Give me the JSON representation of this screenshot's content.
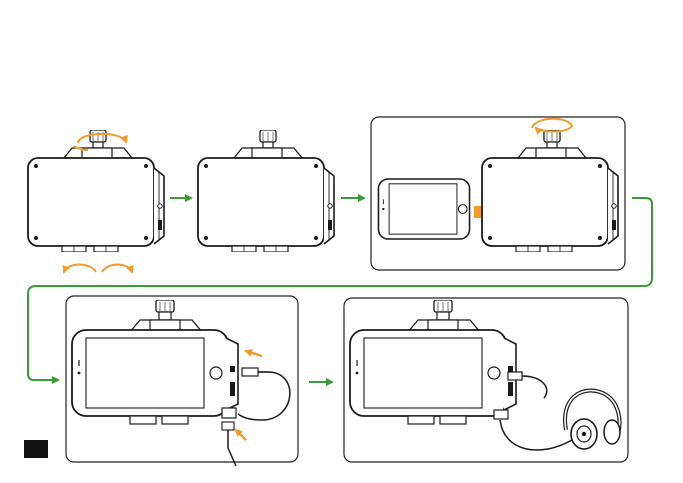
{
  "diagram": {
    "steps": [
      {
        "id": "step-1",
        "description": "loosen-knob-and-clamps"
      },
      {
        "id": "step-2",
        "description": "clamps-closed"
      },
      {
        "id": "step-3",
        "description": "insert-phone-and-tighten-knob"
      },
      {
        "id": "step-4",
        "description": "connect-cables-to-phone"
      },
      {
        "id": "step-5",
        "description": "connect-headphones"
      }
    ],
    "colors": {
      "flow_arrow": "#3a9a35",
      "action_arrow": "#f29a2e",
      "outline": "#1a1a1a",
      "frame": "#222222"
    },
    "icons": [
      "knob-icon",
      "clamp-icon",
      "smartphone-icon",
      "headphones-icon",
      "audio-cable-icon"
    ]
  }
}
